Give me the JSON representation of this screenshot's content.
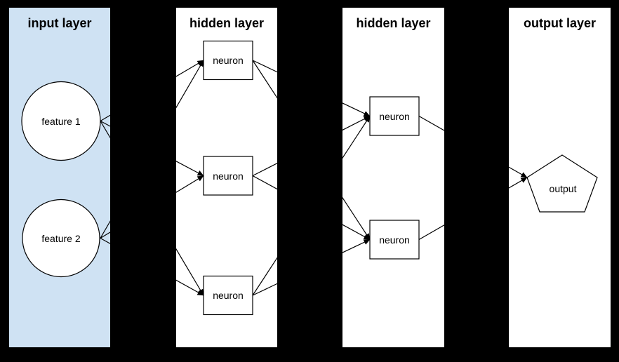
{
  "layers": [
    {
      "id": "input",
      "title": "input layer"
    },
    {
      "id": "hidden1",
      "title": "hidden layer"
    },
    {
      "id": "hidden2",
      "title": "hidden layer"
    },
    {
      "id": "output",
      "title": "output layer"
    }
  ],
  "nodes": {
    "feature1": {
      "label": "feature 1",
      "shape": "circle",
      "layer": "input"
    },
    "feature2": {
      "label": "feature 2",
      "shape": "circle",
      "layer": "input"
    },
    "h1n1": {
      "label": "neuron",
      "shape": "rectangle",
      "layer": "hidden1"
    },
    "h1n2": {
      "label": "neuron",
      "shape": "rectangle",
      "layer": "hidden1"
    },
    "h1n3": {
      "label": "neuron",
      "shape": "rectangle",
      "layer": "hidden1"
    },
    "h2n1": {
      "label": "neuron",
      "shape": "rectangle",
      "layer": "hidden2"
    },
    "h2n2": {
      "label": "neuron",
      "shape": "rectangle",
      "layer": "hidden2"
    },
    "output": {
      "label": "output",
      "shape": "pentagon",
      "layer": "output"
    }
  },
  "edges": [
    {
      "from": "feature1",
      "to": "h1n1"
    },
    {
      "from": "feature1",
      "to": "h1n2"
    },
    {
      "from": "feature1",
      "to": "h1n3"
    },
    {
      "from": "feature2",
      "to": "h1n1"
    },
    {
      "from": "feature2",
      "to": "h1n2"
    },
    {
      "from": "feature2",
      "to": "h1n3"
    },
    {
      "from": "h1n1",
      "to": "h2n1"
    },
    {
      "from": "h1n1",
      "to": "h2n2"
    },
    {
      "from": "h1n2",
      "to": "h2n1"
    },
    {
      "from": "h1n2",
      "to": "h2n2"
    },
    {
      "from": "h1n3",
      "to": "h2n1"
    },
    {
      "from": "h1n3",
      "to": "h2n2"
    },
    {
      "from": "h2n1",
      "to": "output"
    },
    {
      "from": "h2n2",
      "to": "output"
    }
  ],
  "colors": {
    "background": "#000000",
    "input_layer_fill": "#cfe2f3",
    "panel_fill": "#ffffff",
    "node_fill": "#ffffff",
    "stroke": "#000000",
    "text": "#000000"
  }
}
